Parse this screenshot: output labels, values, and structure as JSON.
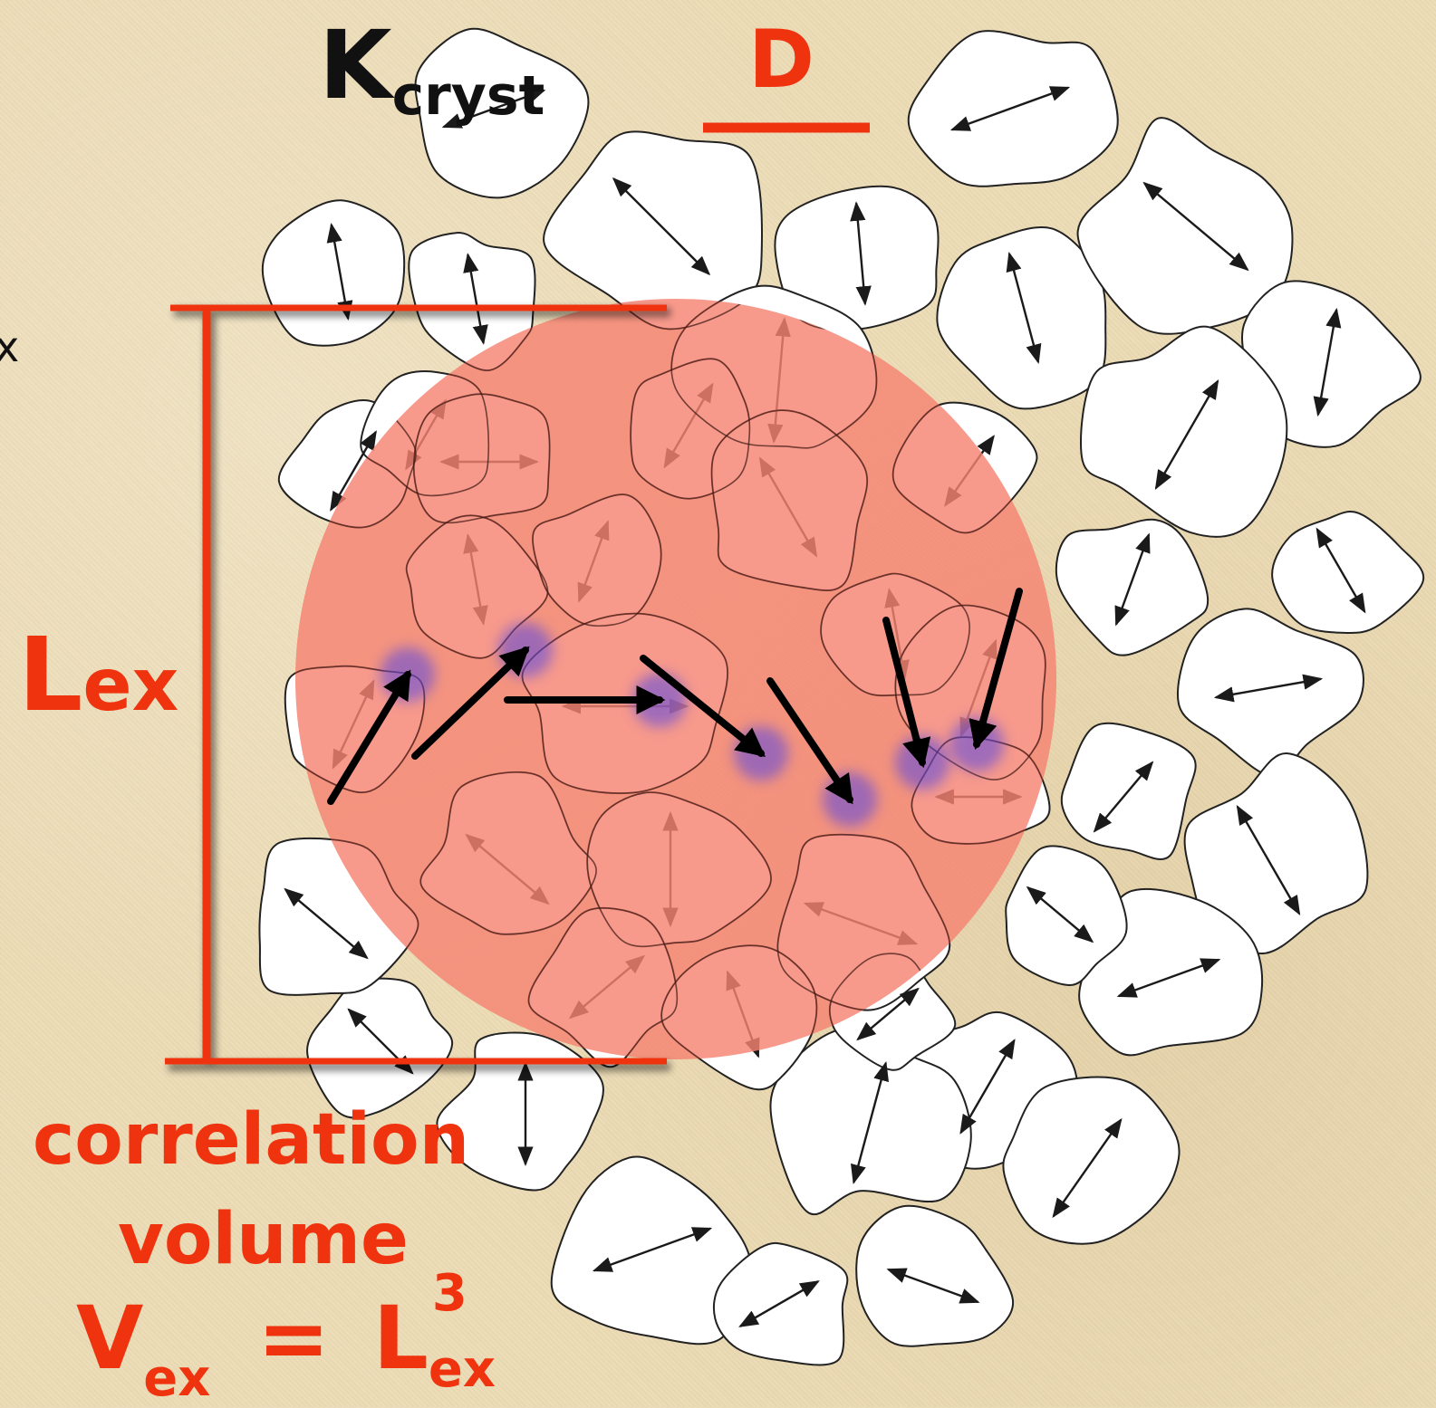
{
  "labels": {
    "k_main": "K",
    "k_sub": "cryst",
    "d": "D",
    "edge_fragment": "x",
    "lex_main": "L",
    "lex_sub": "ex",
    "line1": "correlation",
    "line2": "volume",
    "v_main": "V",
    "v_sub": "ex",
    "equals": "=",
    "rhs_main": "L",
    "rhs_sub": "ex",
    "rhs_sup": "3"
  },
  "colors": {
    "red": "#f0330f",
    "circle_fill": "#f58272",
    "grain_fill": "#ffffff",
    "grain_stroke": "#222222",
    "strong_arrow": "#000000",
    "glow": "#5a46e0",
    "background": "#ecdcb6"
  }
}
